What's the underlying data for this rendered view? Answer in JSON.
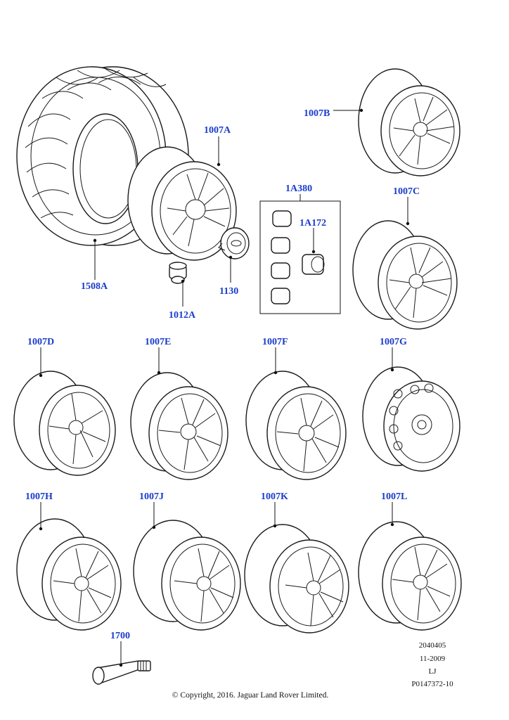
{
  "labels": {
    "tyre": "1508A",
    "wheel_a": "1007A",
    "nut": "1012A",
    "centre_cap": "1130",
    "nut_set": "1A380",
    "locking_nut": "1A172",
    "wheel_b": "1007B",
    "wheel_c": "1007C",
    "wheel_d": "1007D",
    "wheel_e": "1007E",
    "wheel_f": "1007F",
    "wheel_g": "1007G",
    "wheel_h": "1007H",
    "wheel_j": "1007J",
    "wheel_k": "1007K",
    "wheel_l": "1007L",
    "valve": "1700"
  },
  "meta": {
    "line1": "2040405",
    "line2": "11-2009",
    "line3": "LJ",
    "line4": "P0147372-10"
  },
  "copyright": "© Copyright, 2016. Jaguar Land Rover Limited.",
  "style": {
    "callout_color": "#1a3ccc",
    "line_color": "#111111"
  }
}
